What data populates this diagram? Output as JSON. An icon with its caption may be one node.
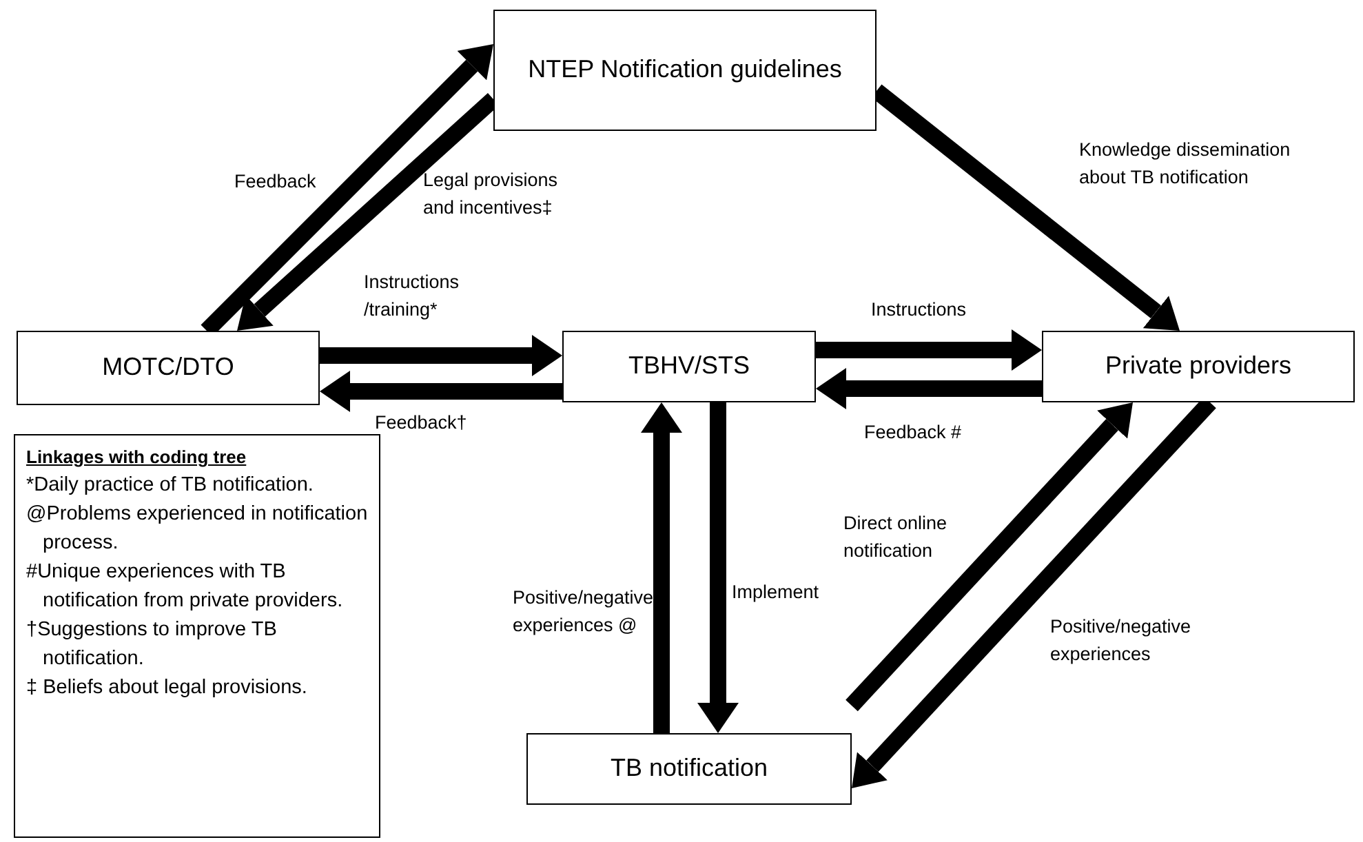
{
  "diagram": {
    "nodes": [
      {
        "text": [
          "NTEP Notification guidelines"
        ]
      },
      {
        "text": [
          "MOTC/DTO"
        ]
      },
      {
        "text": [
          "TBHV/STS"
        ]
      },
      {
        "text": [
          "Private providers"
        ]
      },
      {
        "text": [
          "TB notification"
        ]
      },
      {
        "text": [
          "Linkages with coding tree",
          "*Daily practice of TB notification.",
          "@Problems experienced in notification process.",
          "#Unique experiences with TB notification from private providers.",
          "†Suggestions to improve TB notification.",
          "‡ Beliefs about legal provisions."
        ]
      }
    ],
    "edges": [
      {
        "from": 1,
        "to": 0,
        "arrow": "to",
        "label": "Feedback"
      },
      {
        "from": 0,
        "to": 1,
        "arrow": "to",
        "label": "Legal provisions and incentives‡"
      },
      {
        "from": 1,
        "to": 2,
        "arrow": "to",
        "label": "Instructions /training*"
      },
      {
        "from": 2,
        "to": 1,
        "arrow": "to",
        "label": "Feedback†"
      },
      {
        "from": 2,
        "to": 3,
        "arrow": "to",
        "label": "Instructions"
      },
      {
        "from": 3,
        "to": 2,
        "arrow": "to",
        "label": "Feedback #"
      },
      {
        "from": 0,
        "to": 3,
        "arrow": "to",
        "label": "Knowledge dissemination about TB notification"
      },
      {
        "from": 4,
        "to": 2,
        "arrow": "to",
        "label": "Positive/negative experiences @"
      },
      {
        "from": 2,
        "to": 4,
        "arrow": "to",
        "label": "Implement"
      },
      {
        "from": 4,
        "to": 3,
        "arrow": "to",
        "label": "Direct online notification"
      },
      {
        "from": 3,
        "to": 4,
        "arrow": "to",
        "label": "Positive/negative experiences"
      }
    ]
  }
}
